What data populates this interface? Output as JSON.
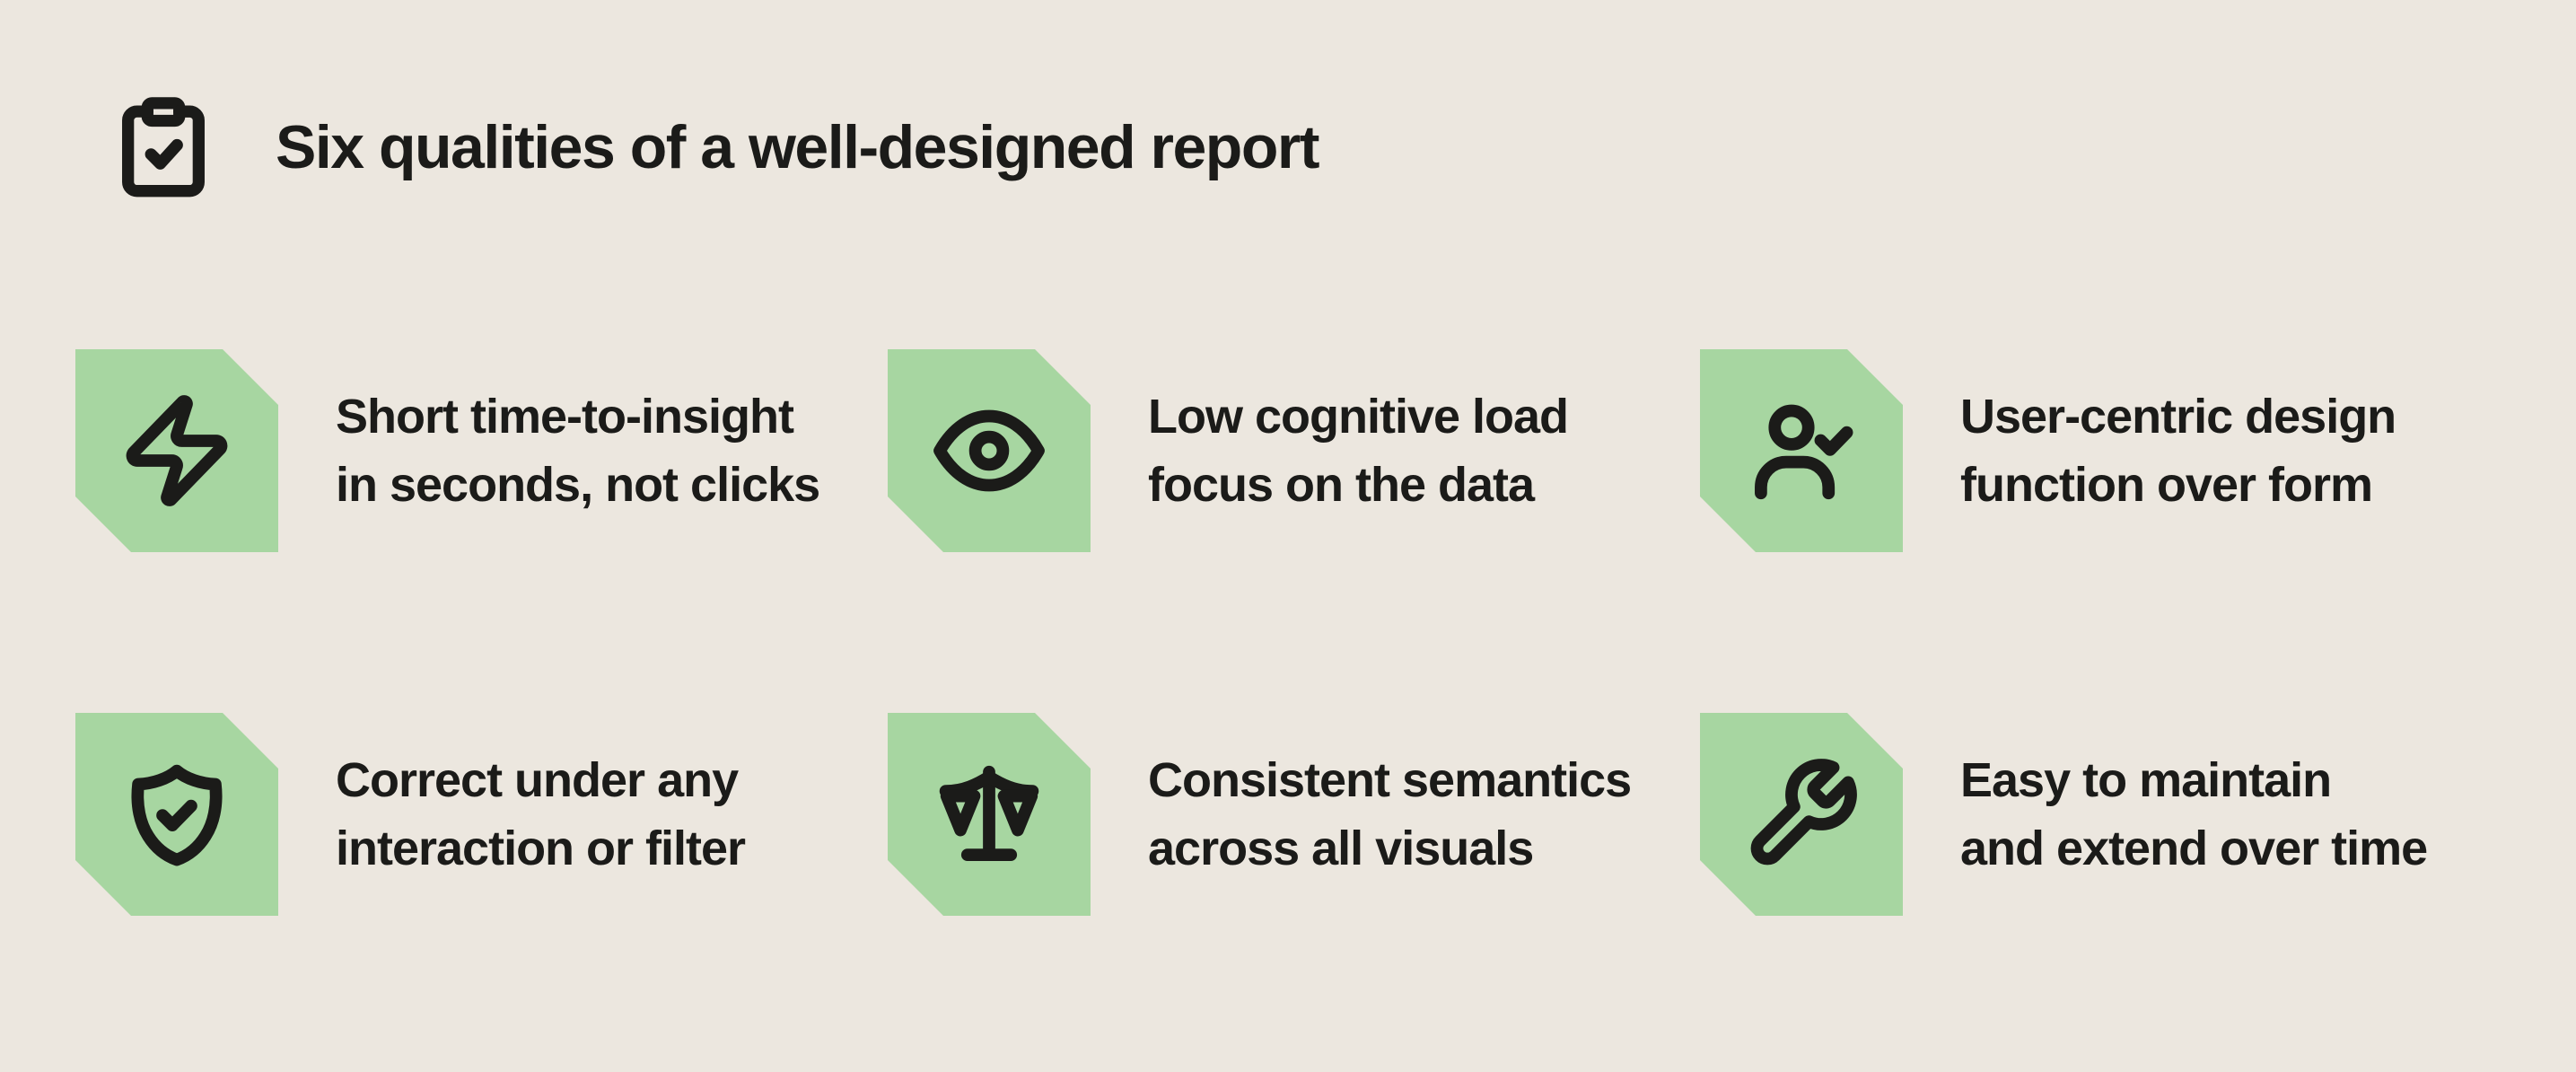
{
  "page": {
    "background_color": "#ECE7DF",
    "ink_color": "#1B1B19",
    "badge_color": "#A7D6A1"
  },
  "header": {
    "icon": "clipboard-check-icon",
    "title": "Six qualities of a well-designed report"
  },
  "qualities": [
    {
      "icon": "lightning-icon",
      "line1": "Short time-to-insight",
      "line2": "in seconds, not clicks"
    },
    {
      "icon": "eye-icon",
      "line1": "Low cognitive load",
      "line2": "focus on the data"
    },
    {
      "icon": "user-check-icon",
      "line1": "User-centric design",
      "line2": "function over form"
    },
    {
      "icon": "shield-check-icon",
      "line1": "Correct under any",
      "line2": "interaction or filter"
    },
    {
      "icon": "scale-icon",
      "line1": "Consistent semantics",
      "line2": "across all visuals"
    },
    {
      "icon": "wrench-icon",
      "line1": "Easy to maintain",
      "line2": "and extend over time"
    }
  ]
}
